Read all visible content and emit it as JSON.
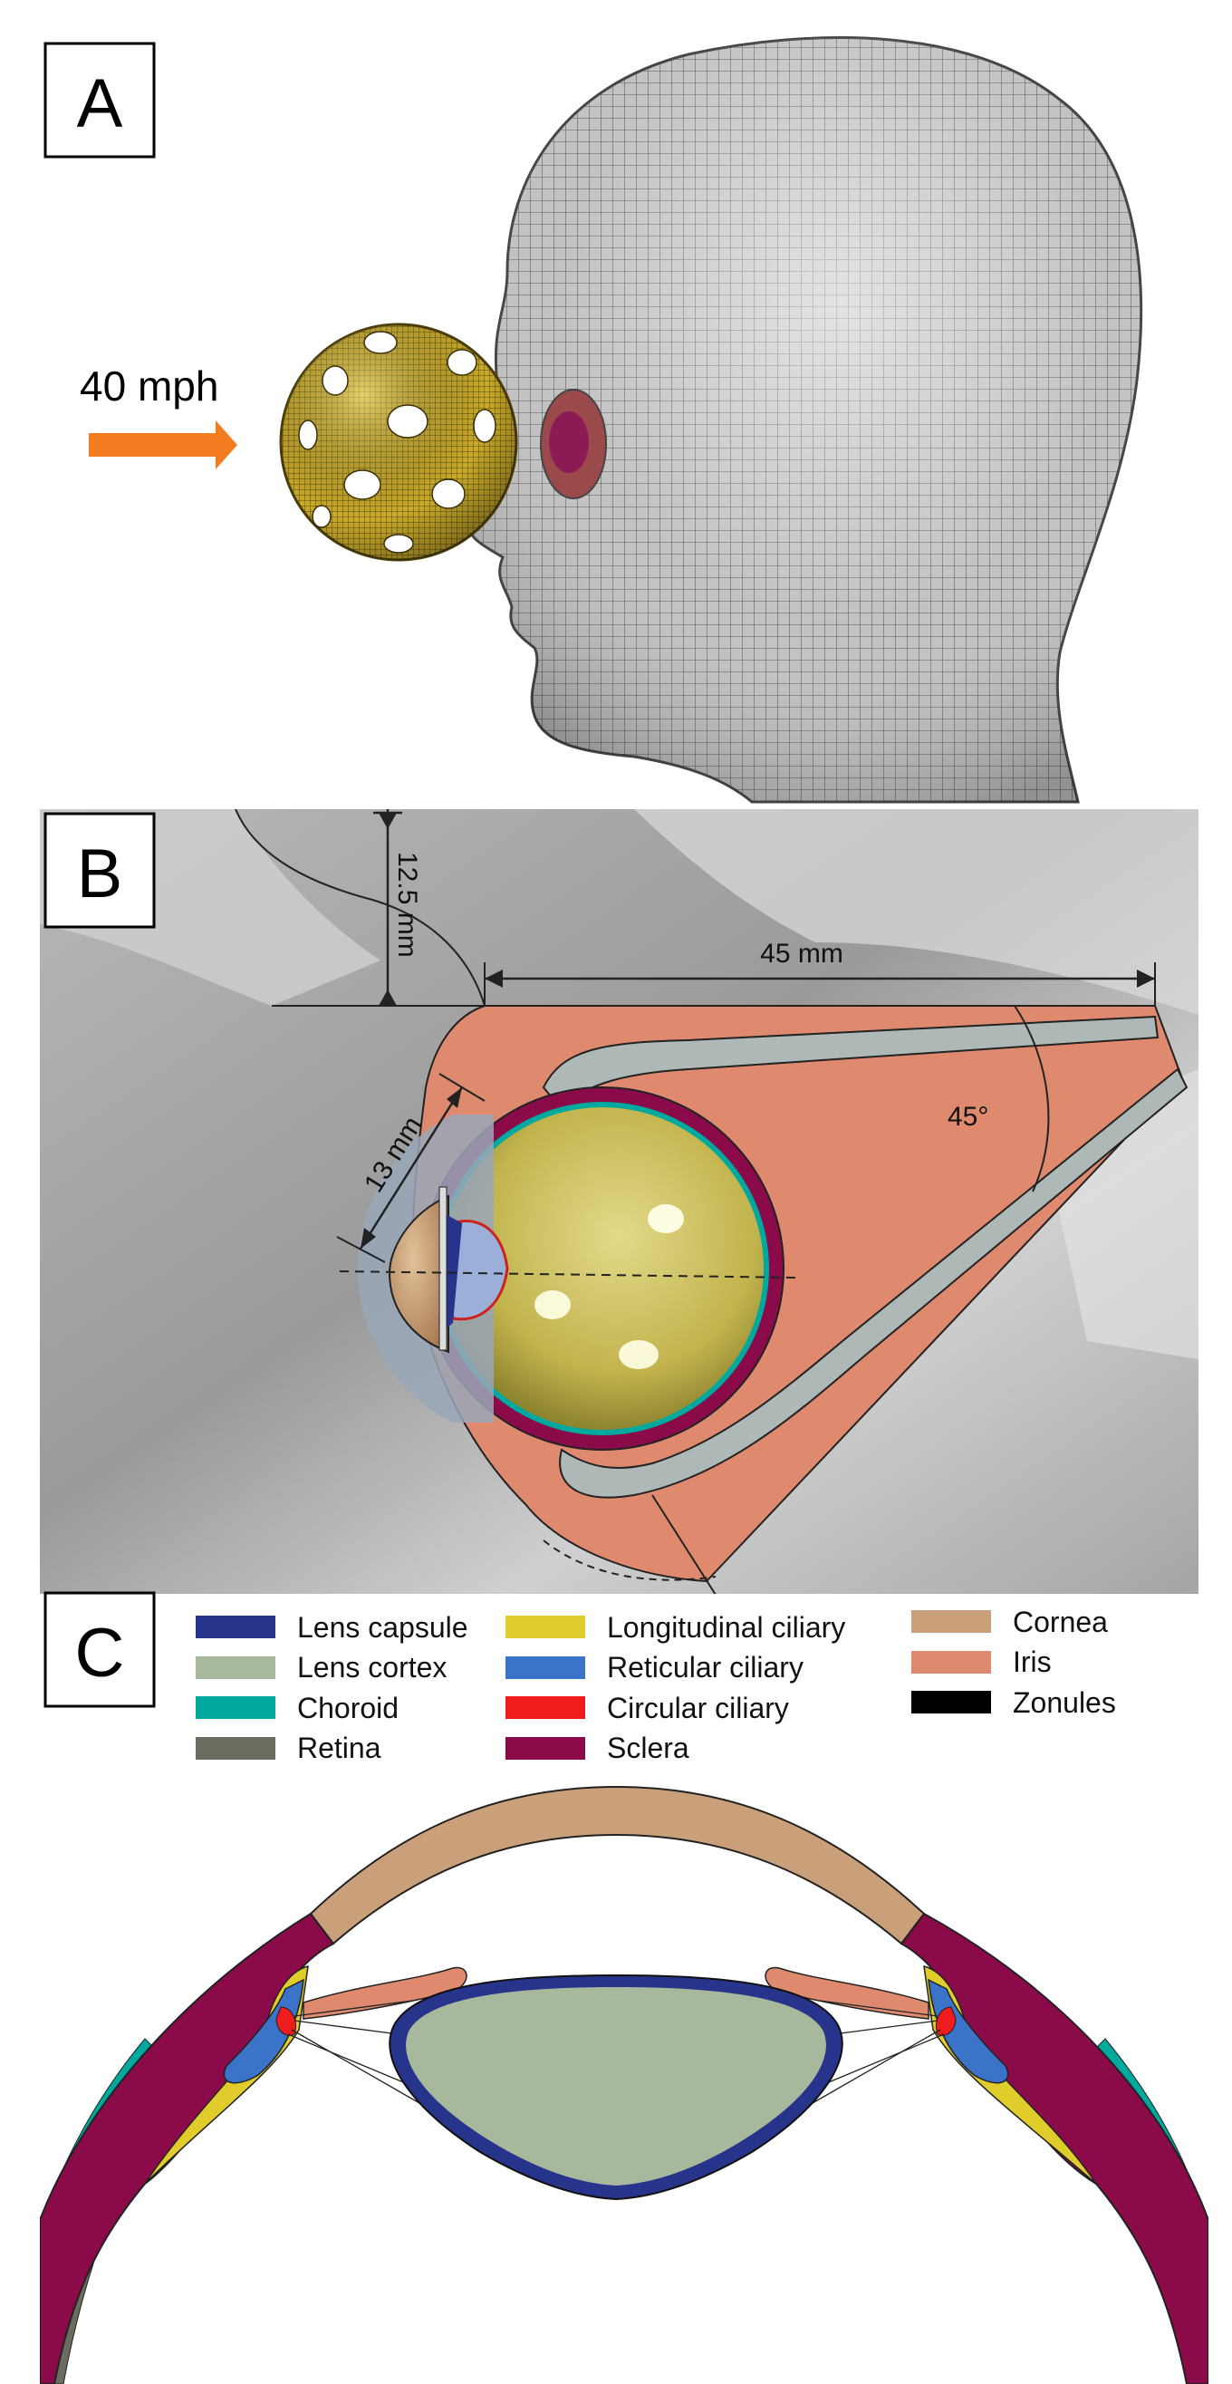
{
  "panels": {
    "a": {
      "label": "A",
      "speed_label": "40 mph"
    },
    "b": {
      "label": "B",
      "dim_vertical": "12.5 mm",
      "dim_width": "45 mm",
      "dim_diameter": "13 mm",
      "angle": "45°"
    },
    "c": {
      "label": "C"
    }
  },
  "legend": [
    {
      "label": "Lens capsule",
      "color": "#27348b"
    },
    {
      "label": "Lens cortex",
      "color": "#a8b89c"
    },
    {
      "label": "Choroid",
      "color": "#00a99d"
    },
    {
      "label": "Retina",
      "color": "#6b6b5f"
    },
    {
      "label": "Longitudinal ciliary",
      "color": "#e0cc2a"
    },
    {
      "label": "Reticular ciliary",
      "color": "#3a73c8"
    },
    {
      "label": "Circular ciliary",
      "color": "#ee1c1c"
    },
    {
      "label": "Sclera",
      "color": "#8b0a4a"
    },
    {
      "label": "Cornea",
      "color": "#c9a07a"
    },
    {
      "label": "Iris",
      "color": "#df8a6f"
    },
    {
      "label": "Zonules",
      "color": "#000000"
    }
  ],
  "colors": {
    "arrow": "#f47c20",
    "ball": "#c9aa2a",
    "head_mesh": "#b9b9b9",
    "orbit_fat": "#df8a6f",
    "muscle": "#aeb8b6",
    "vitreous": "#c8b85a"
  }
}
